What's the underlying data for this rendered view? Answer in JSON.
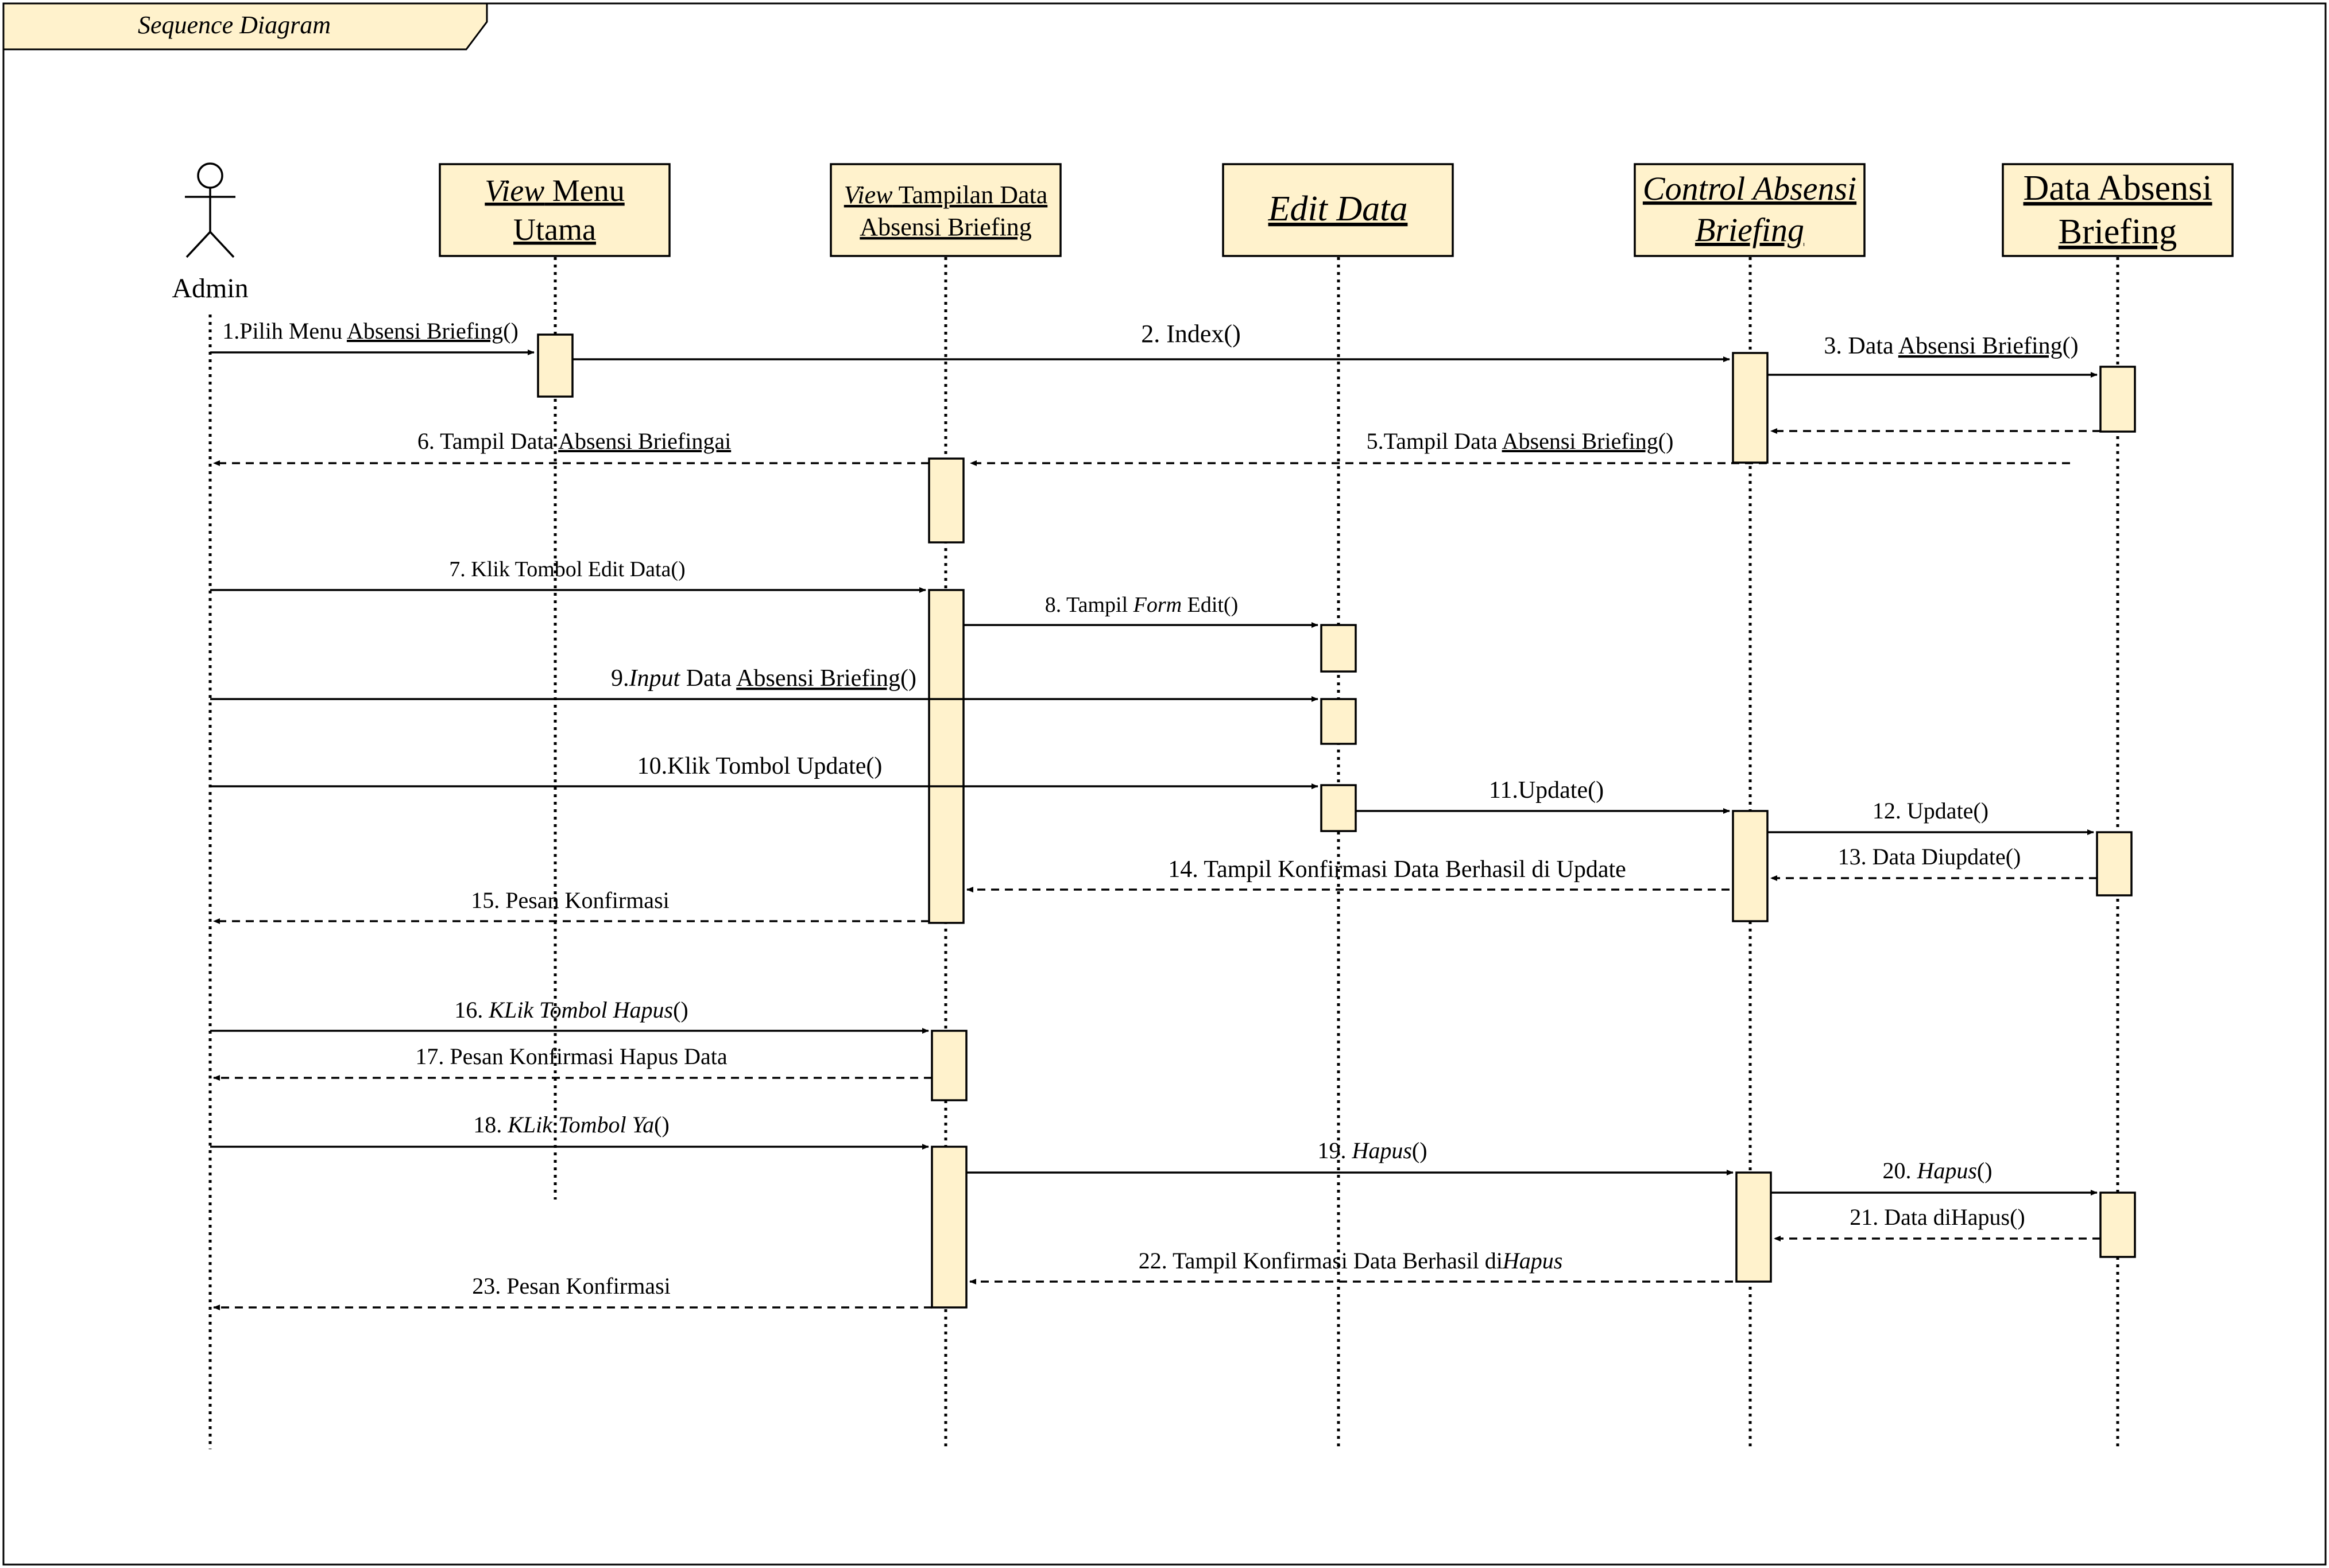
{
  "frame": {
    "title": "Sequence Diagram"
  },
  "actor": {
    "id": "admin",
    "label": "Admin"
  },
  "participants": [
    {
      "id": "menu",
      "lines": [
        [
          {
            "t": "View",
            "i": true
          },
          {
            "t": " Menu"
          }
        ],
        [
          {
            "t": "Utama"
          }
        ]
      ]
    },
    {
      "id": "tampil",
      "lines": [
        [
          {
            "t": "View",
            "i": true
          },
          {
            "t": " Tampilan Data"
          }
        ],
        [
          {
            "t": "Absensi Briefing"
          }
        ]
      ]
    },
    {
      "id": "edit",
      "lines": [
        [
          {
            "t": "Edit Data",
            "i": true
          }
        ]
      ]
    },
    {
      "id": "control",
      "lines": [
        [
          {
            "t": "Control Absensi",
            "i": true
          }
        ],
        [
          {
            "t": "Briefing",
            "i": true
          }
        ]
      ]
    },
    {
      "id": "data",
      "lines": [
        [
          {
            "t": "Data Absensi"
          }
        ],
        [
          {
            "t": "Briefing"
          }
        ]
      ]
    }
  ],
  "messages": [
    {
      "from": "admin",
      "to": "menu",
      "type": "sync",
      "label": [
        {
          "t": "1.Pilih Menu "
        },
        {
          "t": "Absensi Briefing",
          "u": true
        },
        {
          "t": "()"
        }
      ]
    },
    {
      "from": "menu",
      "to": "control",
      "type": "sync",
      "label": [
        {
          "t": "2. Index()"
        }
      ]
    },
    {
      "from": "control",
      "to": "data",
      "type": "sync",
      "label": [
        {
          "t": "3. Data "
        },
        {
          "t": "Absensi Briefing",
          "u": true
        },
        {
          "t": "()"
        }
      ]
    },
    {
      "from": "data",
      "to": "control",
      "type": "return",
      "label": []
    },
    {
      "from": "data",
      "to": "tampil",
      "type": "return",
      "label": [
        {
          "t": "5.Tampil Data "
        },
        {
          "t": "Absensi Briefing",
          "u": true
        },
        {
          "t": "()"
        }
      ]
    },
    {
      "from": "tampil",
      "to": "admin",
      "type": "return",
      "label": [
        {
          "t": "6. Tampil Data "
        },
        {
          "t": "Absensi Briefingai",
          "u": true
        }
      ]
    },
    {
      "from": "admin",
      "to": "tampil",
      "type": "sync",
      "label": [
        {
          "t": "7. Klik Tombol Edit Data()"
        }
      ]
    },
    {
      "from": "tampil",
      "to": "edit",
      "type": "sync",
      "label": [
        {
          "t": "8. Tampil "
        },
        {
          "t": "Form",
          "i": true
        },
        {
          "t": " Edit()"
        }
      ]
    },
    {
      "from": "admin",
      "to": "edit",
      "type": "sync",
      "label": [
        {
          "t": "9."
        },
        {
          "t": "Input",
          "i": true
        },
        {
          "t": " Data "
        },
        {
          "t": "Absensi Briefing",
          "u": true
        },
        {
          "t": "()"
        }
      ]
    },
    {
      "from": "admin",
      "to": "edit",
      "type": "sync",
      "label": [
        {
          "t": "10.Klik Tombol Update()"
        }
      ]
    },
    {
      "from": "edit",
      "to": "control",
      "type": "sync",
      "label": [
        {
          "t": "11.Update()"
        }
      ]
    },
    {
      "from": "control",
      "to": "data",
      "type": "sync",
      "label": [
        {
          "t": "12. Update()"
        }
      ]
    },
    {
      "from": "data",
      "to": "control",
      "type": "return",
      "label": [
        {
          "t": "13. Data Diupdate()"
        }
      ]
    },
    {
      "from": "control",
      "to": "tampil",
      "type": "return",
      "label": [
        {
          "t": "14. Tampil Konfirmasi Data Berhasil di Update"
        }
      ]
    },
    {
      "from": "tampil",
      "to": "admin",
      "type": "return",
      "label": [
        {
          "t": "15. Pesan Konfirmasi"
        }
      ]
    },
    {
      "from": "admin",
      "to": "tampil",
      "type": "sync",
      "label": [
        {
          "t": "16. "
        },
        {
          "t": "KLik Tombol Hapus",
          "i": true
        },
        {
          "t": "()"
        }
      ]
    },
    {
      "from": "tampil",
      "to": "admin",
      "type": "return",
      "label": [
        {
          "t": "17. Pesan Konfirmasi Hapus Data"
        }
      ]
    },
    {
      "from": "admin",
      "to": "tampil",
      "type": "sync",
      "label": [
        {
          "t": "18. "
        },
        {
          "t": "KLik Tombol Ya",
          "i": true
        },
        {
          "t": "()"
        }
      ]
    },
    {
      "from": "tampil",
      "to": "control",
      "type": "sync",
      "label": [
        {
          "t": "19.  "
        },
        {
          "t": "Hapus",
          "i": true
        },
        {
          "t": "()"
        }
      ]
    },
    {
      "from": "control",
      "to": "data",
      "type": "sync",
      "label": [
        {
          "t": "20. "
        },
        {
          "t": "Hapus",
          "i": true
        },
        {
          "t": "()"
        }
      ]
    },
    {
      "from": "data",
      "to": "control",
      "type": "return",
      "label": [
        {
          "t": "21. Data diHapus()"
        }
      ]
    },
    {
      "from": "control",
      "to": "tampil",
      "type": "return",
      "label": [
        {
          "t": "22. Tampil Konfirmasi Data Berhasil di"
        },
        {
          "t": "Hapus",
          "i": true
        }
      ]
    },
    {
      "from": "tampil",
      "to": "admin",
      "type": "return",
      "label": [
        {
          "t": "23. Pesan Konfirmasi"
        }
      ]
    }
  ]
}
